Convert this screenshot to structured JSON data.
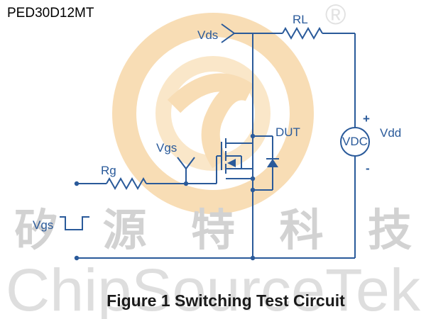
{
  "part_number": "PED30D12MT",
  "caption": "Figure 1 Switching Test Circuit",
  "labels": {
    "vds": "Vds",
    "rl": "RL",
    "vgs": "Vgs",
    "rg": "Rg",
    "dut": "DUT",
    "vdc": "VDC",
    "vdd": "Vdd",
    "plus": "+",
    "minus": "-",
    "vgs_pulse": "Vgs"
  },
  "watermark": {
    "cjk": "矽源特科技",
    "latin": "ChipSourceTek",
    "registered": "®"
  },
  "colors": {
    "circuit": "#2a5a9a",
    "watermark_logo_orange": "#f3c27a",
    "watermark_text": "#d2d2d2"
  }
}
